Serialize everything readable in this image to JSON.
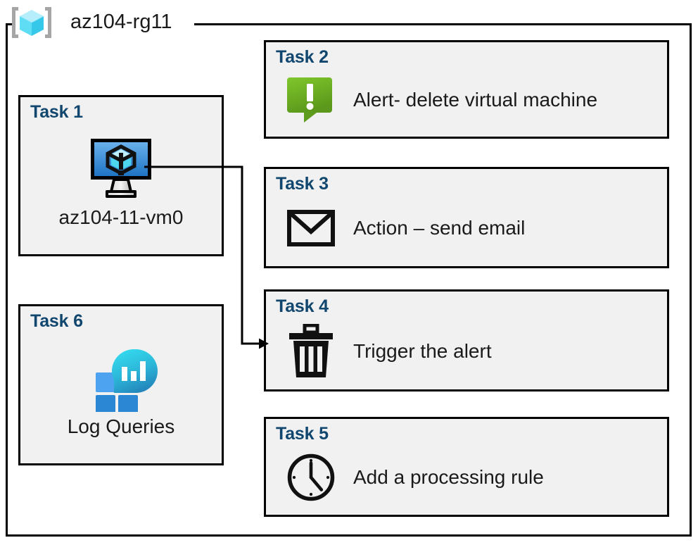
{
  "resource_group": {
    "name": "az104-rg11",
    "icon": "resource-group-cube-icon"
  },
  "left_column": [
    {
      "title": "Task 1",
      "caption": "az104-11-vm0",
      "icon": "virtual-machine-icon"
    },
    {
      "title": "Task 6",
      "caption": "Log Queries",
      "icon": "log-analytics-icon"
    }
  ],
  "right_column": [
    {
      "title": "Task 2",
      "text": "Alert- delete virtual machine",
      "icon": "alert-exclamation-bubble-icon"
    },
    {
      "title": "Task 3",
      "text": "Action – send email",
      "icon": "envelope-icon"
    },
    {
      "title": "Task 4",
      "text": "Trigger the alert",
      "icon": "trash-delete-icon"
    },
    {
      "title": "Task 5",
      "text": "Add a processing rule",
      "icon": "clock-icon"
    }
  ],
  "connector": {
    "label": "vm-to-trigger-connector",
    "from": "virtual-machine-icon",
    "to": "Task 4"
  },
  "colors": {
    "task_title": "#11476f",
    "box_fill": "#f1f1f1",
    "box_border": "#000000",
    "alert_green_light": "#7cc02a",
    "alert_green_dark": "#5d9a1c",
    "vm_blue_light": "#5ea7e6",
    "vm_blue_dark": "#1f74c4",
    "log_cyan": "#2fd2ea",
    "log_teal": "#2487bd",
    "log_square_light": "#4da3ef",
    "log_square_dark": "#2b86d4",
    "rg_cube_light": "#b7eefc",
    "rg_cube_mid": "#5fddf5",
    "rg_cube_dark": "#35c8e8",
    "rg_bracket": "#a6a6a6"
  }
}
